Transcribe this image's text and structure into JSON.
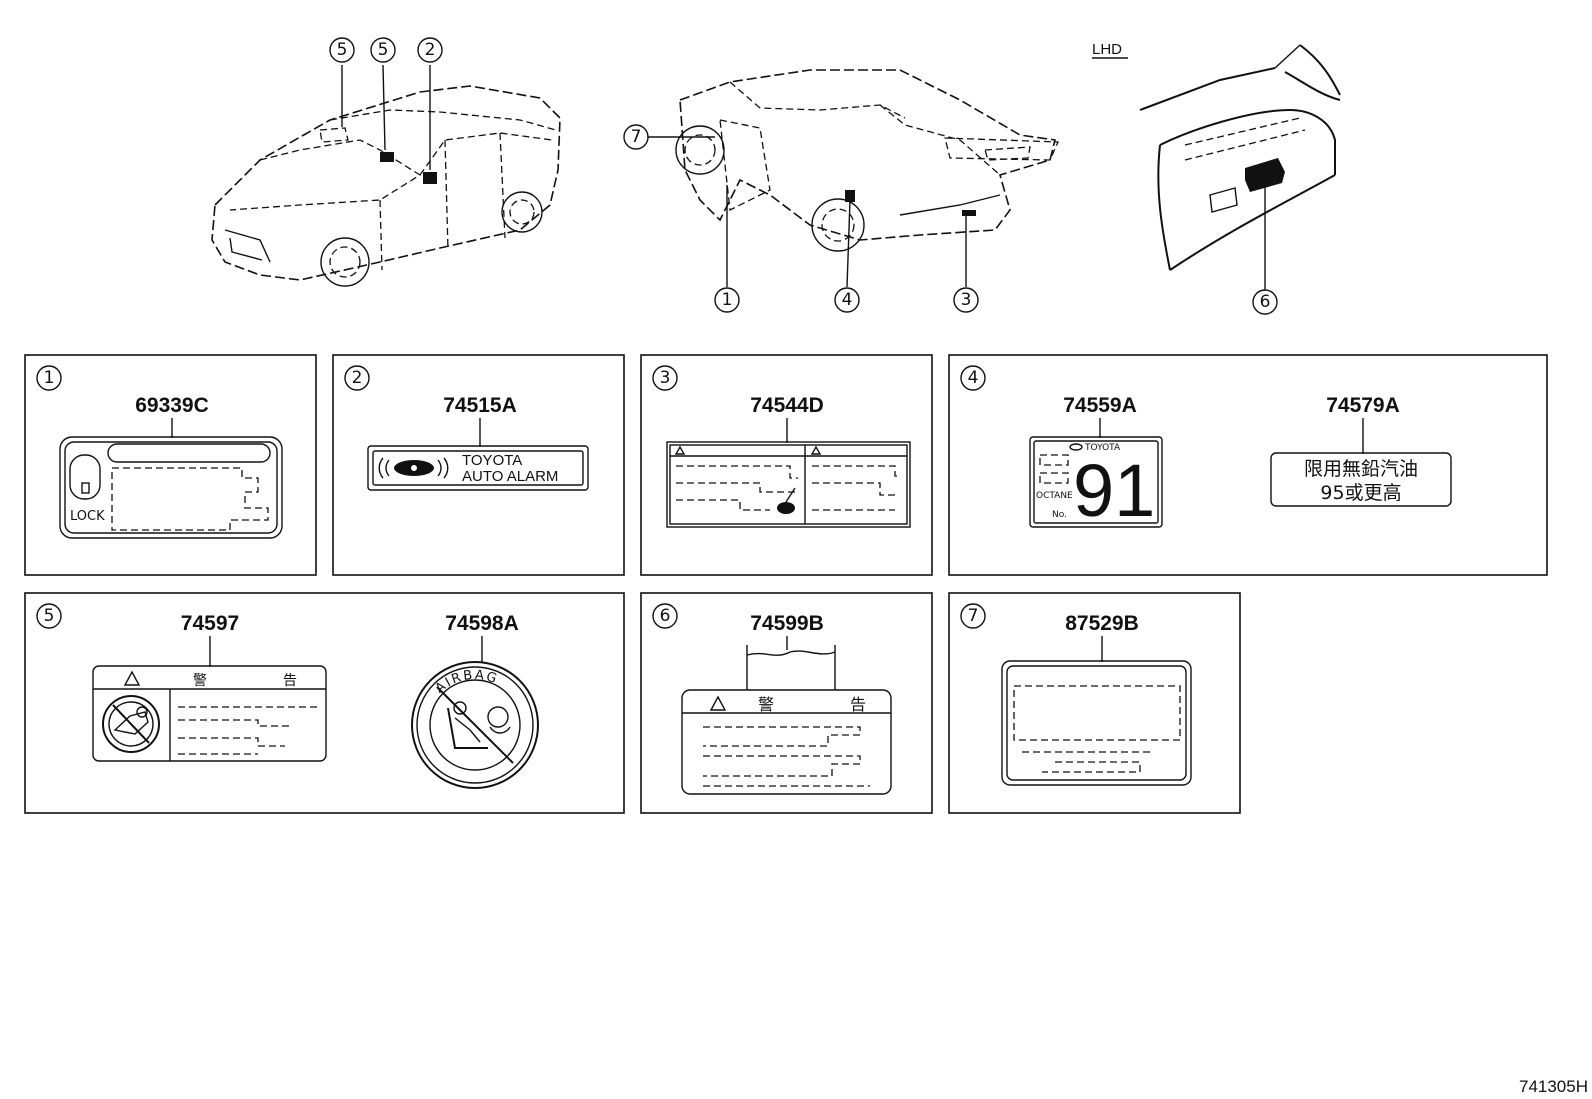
{
  "diagram": {
    "region_label": "LHD",
    "drawing_code": "741305H",
    "callouts": [
      {
        "id": "c5a",
        "num": "5"
      },
      {
        "id": "c5b",
        "num": "5"
      },
      {
        "id": "c2",
        "num": "2"
      },
      {
        "id": "c7",
        "num": "7"
      },
      {
        "id": "c1",
        "num": "1"
      },
      {
        "id": "c4",
        "num": "4"
      },
      {
        "id": "c3",
        "num": "3"
      },
      {
        "id": "c6",
        "num": "6"
      }
    ],
    "panels": [
      {
        "num": "1",
        "parts": [
          "69339C"
        ]
      },
      {
        "num": "2",
        "parts": [
          "74515A"
        ]
      },
      {
        "num": "3",
        "parts": [
          "74544D"
        ]
      },
      {
        "num": "4",
        "parts": [
          "74559A",
          "74579A"
        ]
      },
      {
        "num": "5",
        "parts": [
          "74597",
          "74598A"
        ]
      },
      {
        "num": "6",
        "parts": [
          "74599B"
        ]
      },
      {
        "num": "7",
        "parts": [
          "87529B"
        ]
      }
    ],
    "label_text": {
      "lock": "LOCK",
      "alarm_line1": "TOYOTA",
      "alarm_line2": "AUTO ALARM",
      "brand_small": "TOYOTA",
      "octane_word": "OCTANE",
      "octane_no": "No.",
      "octane_value": "91",
      "fuel_line1": "限用無鉛汽油",
      "fuel_line2": "95或更高",
      "warning_char1": "警",
      "warning_char2": "告",
      "airbag_word": "AIRBAG"
    }
  }
}
